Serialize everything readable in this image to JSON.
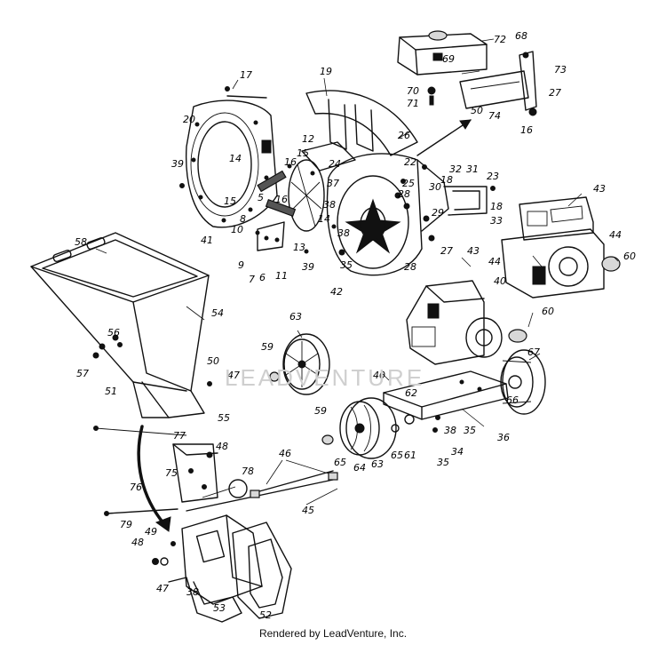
{
  "footer": "Rendered by LeadVenture, Inc.",
  "watermark": "LEADVENTURE",
  "callouts": [
    "72",
    "68",
    "69",
    "73",
    "70",
    "71",
    "27",
    "50",
    "74",
    "16",
    "17",
    "19",
    "20",
    "26",
    "12",
    "15",
    "22",
    "39",
    "24",
    "14",
    "16",
    "25",
    "32",
    "31",
    "23",
    "18",
    "30",
    "28",
    "29",
    "37",
    "18",
    "15",
    "5",
    "16",
    "33",
    "8",
    "10",
    "38",
    "14",
    "9",
    "7",
    "6",
    "11",
    "13",
    "39",
    "35",
    "27",
    "38",
    "28",
    "42",
    "41",
    "58",
    "43",
    "44",
    "60",
    "43",
    "44",
    "40",
    "54",
    "56",
    "57",
    "63",
    "60",
    "59",
    "67",
    "50",
    "47",
    "40",
    "51",
    "55",
    "62",
    "66",
    "38",
    "36",
    "35",
    "59",
    "34",
    "35",
    "77",
    "48",
    "65",
    "61",
    "64",
    "63",
    "65",
    "46",
    "75",
    "78",
    "76",
    "45",
    "79",
    "49",
    "48",
    "47",
    "38",
    "53",
    "52"
  ],
  "colors": {
    "ink": "#111111",
    "watermark": "#cfcfcf"
  }
}
